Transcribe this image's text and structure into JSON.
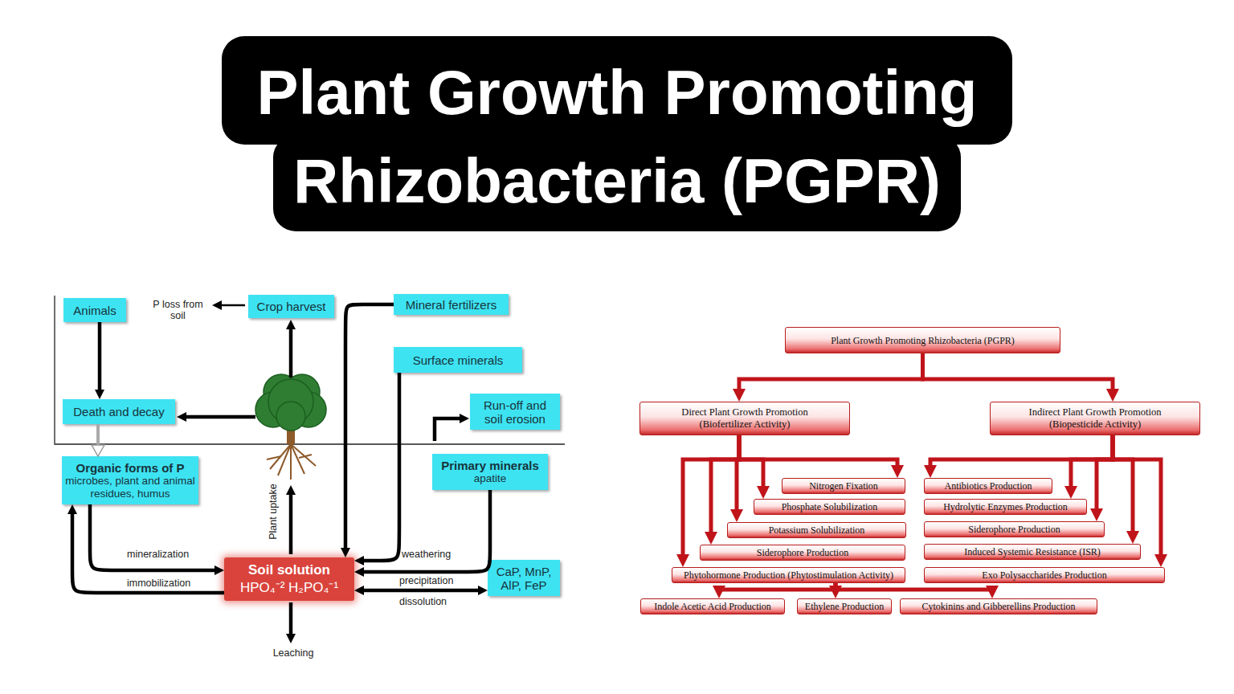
{
  "diagram": {
    "title": "Plant Growth Promoting Rhizobacteria (PGPR)",
    "nodes": [
      {
        "text": [
          "Animals"
        ]
      },
      {
        "text": [
          "Crop harvest"
        ]
      },
      {
        "text": [
          "Mineral fertilizers"
        ]
      },
      {
        "text": [
          "Surface minerals"
        ]
      },
      {
        "text": [
          "Death and decay"
        ]
      },
      {
        "text": [
          "Run-off and soil erosion"
        ]
      },
      {
        "text": [
          "Organic forms of P",
          "microbes, plant and animal residues, humus"
        ]
      },
      {
        "text": [
          "Primary minerals",
          "apatite"
        ]
      },
      {
        "text": [
          "Soil solution",
          "HPO₄⁻² H₂PO₄⁻¹"
        ]
      },
      {
        "text": [
          "CaP, MnP, AlP, FeP"
        ]
      },
      {
        "text": [
          "Plant Growth Promoting Rhizobacteria (PGPR)"
        ]
      },
      {
        "text": [
          "Direct Plant Growth Promotion (Biofertilizer Activity)"
        ]
      },
      {
        "text": [
          "Indirect Plant Growth Promotion (Biopesticide Activity)"
        ]
      },
      {
        "text": [
          "Nitrogen Fixation"
        ]
      },
      {
        "text": [
          "Phosphate Solubilization"
        ]
      },
      {
        "text": [
          "Potassium Solubilization"
        ]
      },
      {
        "text": [
          "Siderophore Production"
        ]
      },
      {
        "text": [
          "Phytohormone Production (Phytostimulation Activity)"
        ]
      },
      {
        "text": [
          "Antibiotics Production"
        ]
      },
      {
        "text": [
          "Hydrolytic Enzymes Production"
        ]
      },
      {
        "text": [
          "Siderophore Production"
        ]
      },
      {
        "text": [
          "Induced Systemic Resistance (ISR)"
        ]
      },
      {
        "text": [
          "Exo Polysaccharides Production"
        ]
      },
      {
        "text": [
          "Indole Acetic Acid Production"
        ]
      },
      {
        "text": [
          "Ethylene Production"
        ]
      },
      {
        "text": [
          "Cytokinins and Gibberellins Production"
        ]
      }
    ],
    "edges": [
      {
        "from": 0,
        "to": 4,
        "arrow": "to"
      },
      {
        "from": 4,
        "to": 6,
        "arrow": "to"
      },
      {
        "from": 6,
        "to": 8,
        "arrow": "to",
        "label": "mineralization"
      },
      {
        "from": 8,
        "to": 6,
        "arrow": "to",
        "label": "immobilization"
      },
      {
        "from": 2,
        "to": 8,
        "arrow": "to"
      },
      {
        "from": 3,
        "to": 8,
        "arrow": "to"
      },
      {
        "from": 7,
        "to": 8,
        "arrow": "to",
        "label": "weathering"
      },
      {
        "from": 8,
        "to": 9,
        "arrow": "both",
        "label": "precipitation"
      },
      {
        "from": 10,
        "to": 11,
        "arrow": "to"
      },
      {
        "from": 10,
        "to": 12,
        "arrow": "to"
      },
      {
        "from": 11,
        "to": 13,
        "arrow": "to"
      },
      {
        "from": 11,
        "to": 14,
        "arrow": "to"
      },
      {
        "from": 11,
        "to": 15,
        "arrow": "to"
      },
      {
        "from": 11,
        "to": 16,
        "arrow": "to"
      },
      {
        "from": 11,
        "to": 17,
        "arrow": "to"
      },
      {
        "from": 12,
        "to": 18,
        "arrow": "to"
      },
      {
        "from": 12,
        "to": 19,
        "arrow": "to"
      },
      {
        "from": 12,
        "to": 20,
        "arrow": "to"
      },
      {
        "from": 12,
        "to": 21,
        "arrow": "to"
      },
      {
        "from": 12,
        "to": 22,
        "arrow": "to"
      },
      {
        "from": 17,
        "to": 23,
        "arrow": "to"
      },
      {
        "from": 17,
        "to": 24,
        "arrow": "to"
      },
      {
        "from": 17,
        "to": 25,
        "arrow": "to"
      }
    ],
    "labels": [
      "P loss from soil",
      "Plant uptake",
      "Leaching",
      "dissolution"
    ]
  }
}
